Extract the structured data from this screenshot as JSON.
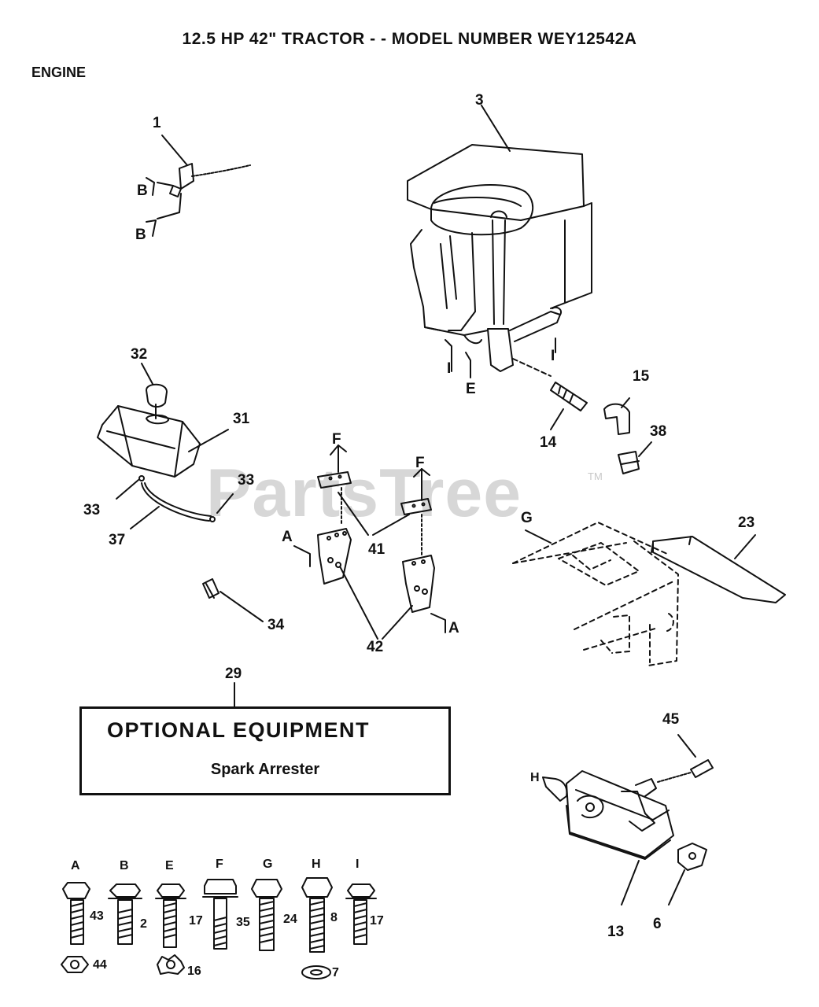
{
  "title": "12.5 HP 42\"   TRACTOR - - MODEL NUMBER WEY12542A",
  "section": "ENGINE",
  "watermark": "PartsTree",
  "watermark_tm": "TM",
  "optional_box": {
    "heading": "OPTIONAL EQUIPMENT",
    "item": "Spark Arrester"
  },
  "callouts": {
    "c1": "1",
    "c3": "3",
    "c32": "32",
    "c31": "31",
    "c33a": "33",
    "c33b": "33",
    "c37": "37",
    "c41": "41",
    "c42": "42",
    "c34": "34",
    "c14": "14",
    "c15": "15",
    "c38": "38",
    "c23": "23",
    "c29": "29",
    "c45": "45",
    "c13": "13",
    "c6": "6"
  },
  "refs": {
    "B1": "B",
    "B2": "B",
    "I1": "I",
    "I2": "I",
    "E": "E",
    "F1": "F",
    "F2": "F",
    "A1": "A",
    "A2": "A",
    "G": "G",
    "H": "H"
  },
  "bolts": [
    {
      "letter": "A",
      "num": "43",
      "nut": "44"
    },
    {
      "letter": "B",
      "num": "2"
    },
    {
      "letter": "E",
      "num": "17",
      "nut": "16"
    },
    {
      "letter": "F",
      "num": "35"
    },
    {
      "letter": "G",
      "num": "24"
    },
    {
      "letter": "H",
      "num": "8",
      "nut": "7"
    },
    {
      "letter": "I",
      "num": "17"
    }
  ]
}
